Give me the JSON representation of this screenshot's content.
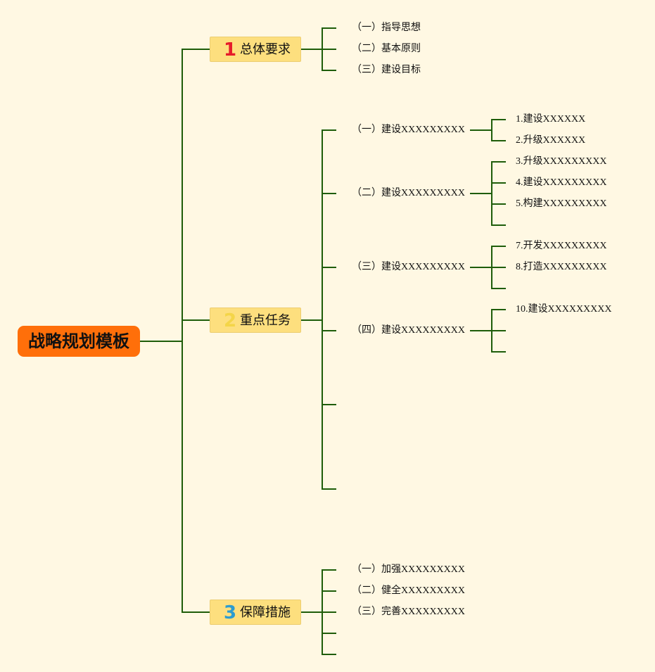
{
  "root": {
    "label": "战略规划模板"
  },
  "sections": [
    {
      "num": "1",
      "num_color": "#e61c2a",
      "label": "总体要求",
      "children": [
        {
          "label": "（一）指导思想",
          "items": []
        },
        {
          "label": "（二）基本原则",
          "items": []
        },
        {
          "label": "（三）建设目标",
          "items": []
        }
      ]
    },
    {
      "num": "2",
      "num_color": "#f4d548",
      "label": "重点任务",
      "children": [
        {
          "label": "（一）建设XXXXXXXXX",
          "items": [
            "1.建设XXXXXX",
            "2.升级XXXXXX"
          ]
        },
        {
          "label": "（二）建设XXXXXXXXX",
          "items": [
            "3.升级XXXXXXXXX",
            "4.建设XXXXXXXXX",
            "5.构建XXXXXXXXX",
            ""
          ]
        },
        {
          "label": "（三）建设XXXXXXXXX",
          "items": [
            "7.开发XXXXXXXXX",
            "8.打造XXXXXXXXX",
            ""
          ]
        },
        {
          "label": "（四）建设XXXXXXXXX",
          "items": [
            "10.建设XXXXXXXXX",
            "",
            ""
          ]
        },
        {
          "label": "",
          "items": []
        },
        {
          "label": "",
          "items": []
        }
      ]
    },
    {
      "num": "3",
      "num_color": "#2c9ccf",
      "label": "保障措施",
      "children": [
        {
          "label": "（一）加强XXXXXXXXX",
          "items": []
        },
        {
          "label": "（二）健全XXXXXXXXX",
          "items": []
        },
        {
          "label": "（三）完善XXXXXXXXX",
          "items": []
        },
        {
          "label": "",
          "items": []
        },
        {
          "label": "",
          "items": []
        }
      ]
    }
  ],
  "colors": {
    "background": "#fff8e3",
    "root": "#ff6f0a",
    "section": "#fddf7e",
    "line": "#1e5d0a"
  }
}
